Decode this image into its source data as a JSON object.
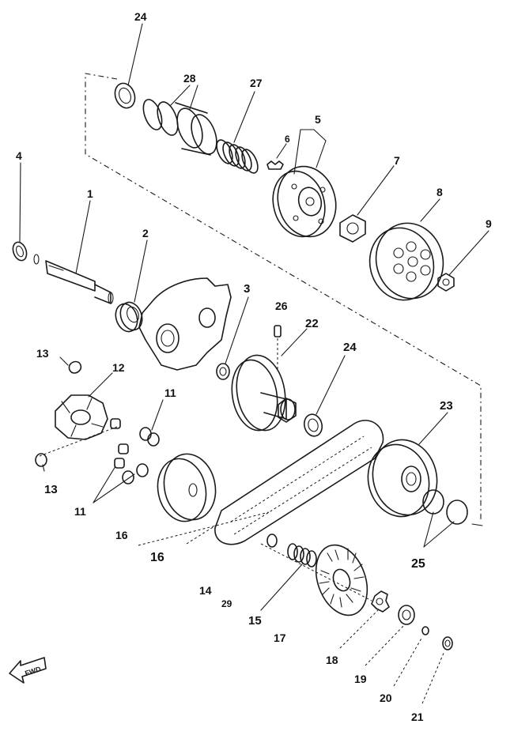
{
  "diagram": {
    "part_labels": {
      "p1": "1",
      "p2": "2",
      "p3": "3",
      "p4": "4",
      "p5": "5",
      "p6": "6",
      "p7": "7",
      "p8": "8",
      "p9": "9",
      "p11a": "11",
      "p11b": "11",
      "p12": "12",
      "p13a": "13",
      "p13b": "13",
      "p14": "14",
      "p15": "15",
      "p16a": "16",
      "p16b": "16",
      "p17": "17",
      "p18": "18",
      "p19": "19",
      "p20": "20",
      "p21": "21",
      "p22": "22",
      "p23": "23",
      "p24a": "24",
      "p24b": "24",
      "p25": "25",
      "p26": "26",
      "p27": "27",
      "p28": "28",
      "p29": "29"
    },
    "direction_arrow_text": "FWD",
    "colors": {
      "ink": "#1a1a1a",
      "paper": "#ffffff"
    }
  }
}
